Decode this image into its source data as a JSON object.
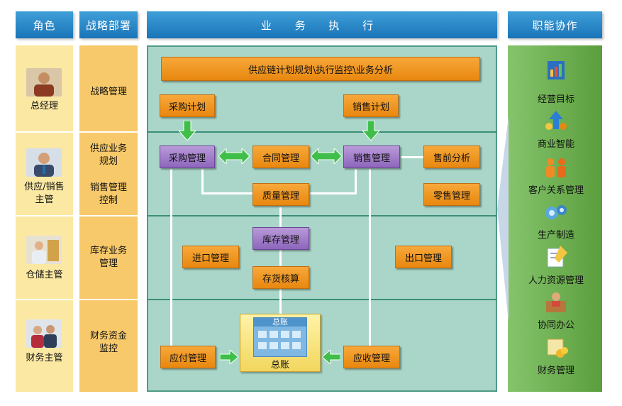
{
  "headers": {
    "role": "角色",
    "strategy": "战略部署",
    "execution": "业 务 执 行",
    "functions": "职能协作"
  },
  "roles": [
    "总经理",
    "供应/销售\n主管",
    "仓储主管",
    "财务主管"
  ],
  "strategy_items": {
    "row1": "战略管理",
    "row2a": "供应业务\n规划",
    "row2b": "销售管理\n控制",
    "row3": "库存业务\n管理",
    "row4": "财务资金\n监控"
  },
  "execution": {
    "top_banner": "供应链计划规划\\执行监控\\业务分析",
    "purchase_plan": "采购计划",
    "sales_plan": "销售计划",
    "purchase_mgmt": "采购管理",
    "contract_mgmt": "合同管理",
    "sales_mgmt": "销售管理",
    "presales": "售前分析",
    "quality": "质量管理",
    "retail": "零售管理",
    "inventory": "库存管理",
    "import": "进口管理",
    "export": "出口管理",
    "stock_accounting": "存货核算",
    "payable": "应付管理",
    "receivable": "应收管理",
    "ledger_top": "总账",
    "ledger_bottom": "总账"
  },
  "functions": [
    "经营目标",
    "商业智能",
    "客户关系管理",
    "生产制造",
    "人力资源管理",
    "协同办公",
    "财务管理"
  ],
  "colors": {
    "header": "#1a74b8",
    "role_col": "#fbe8a3",
    "dept_col": "#f8c96a",
    "exec_bg": "#a9d6c8",
    "func_col": "#6aab4c",
    "orange_box": "#f0961f",
    "purple_box": "#9b77c6",
    "arrow": "#3fbf4a"
  },
  "icons": [
    "target-chart-icon",
    "business-intelligence-icon",
    "crm-people-icon",
    "gears-icon",
    "hr-document-icon",
    "collaboration-office-icon",
    "finance-coins-icon"
  ]
}
